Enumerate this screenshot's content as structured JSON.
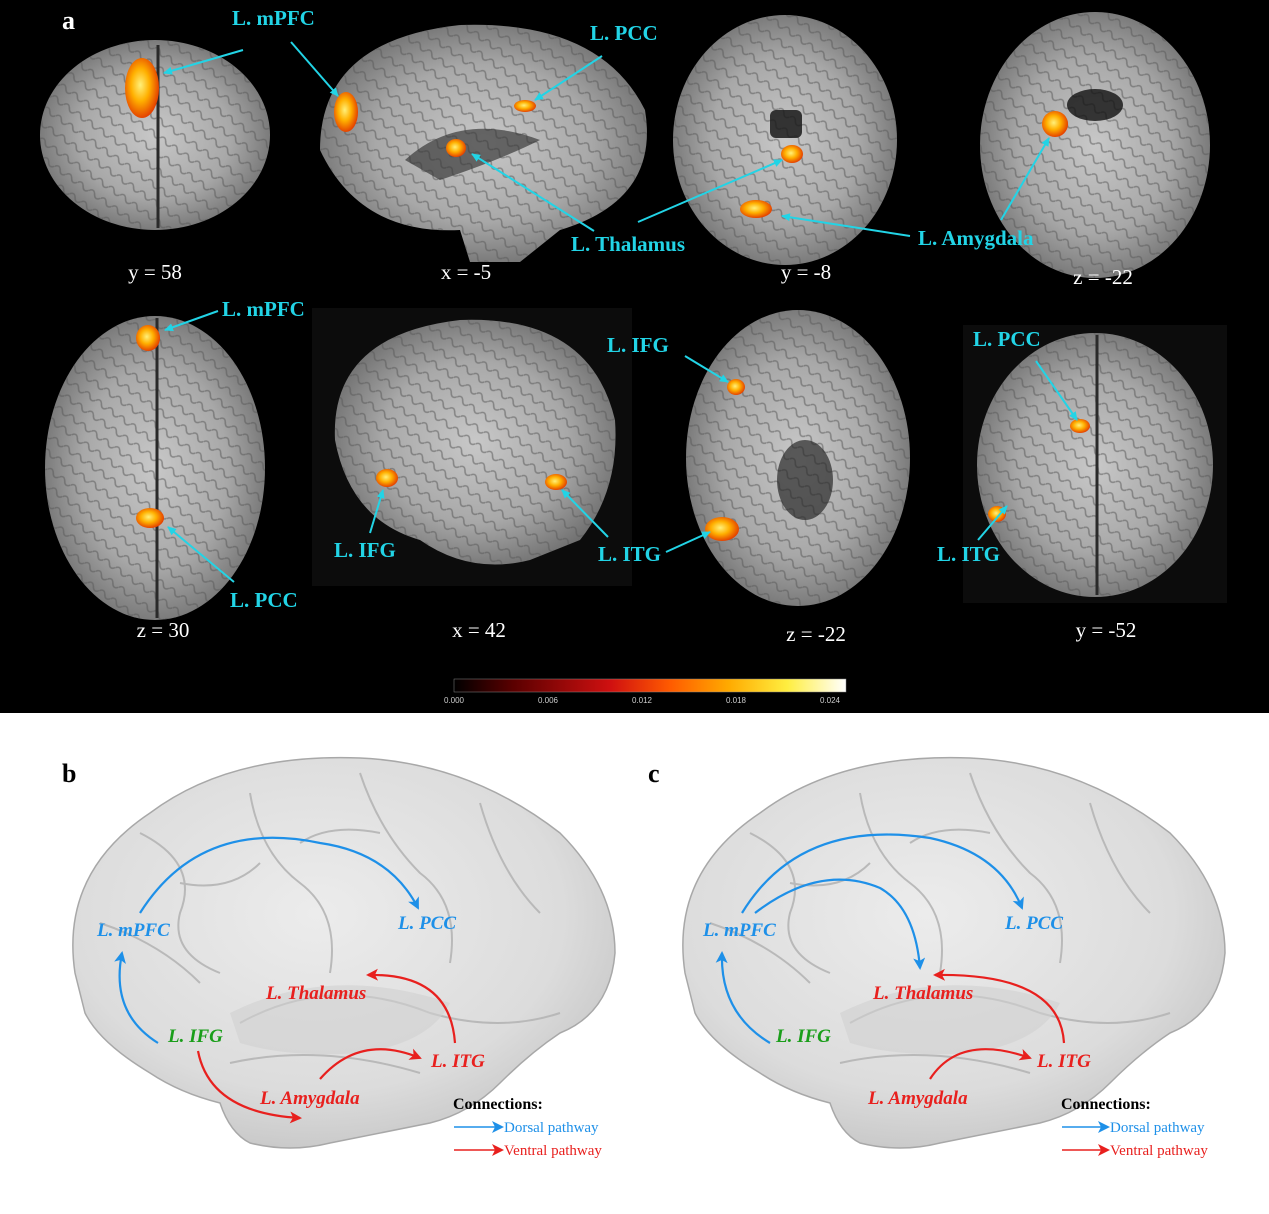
{
  "panel_a": {
    "letter": "a",
    "slices": [
      {
        "label": "y = 58",
        "view": "coronal-frontal"
      },
      {
        "label": "x = -5",
        "view": "sagittal"
      },
      {
        "label": "y = -8",
        "view": "coronal"
      },
      {
        "label": "z = -22",
        "view": "axial"
      },
      {
        "label": "z = 30",
        "view": "axial"
      },
      {
        "label": "x = 42",
        "view": "sagittal"
      },
      {
        "label": "z = -22",
        "view": "axial"
      },
      {
        "label": "y = -52",
        "view": "coronal"
      }
    ],
    "roi_labels": {
      "mpfc": "L. mPFC",
      "pcc": "L. PCC",
      "thalamus": "L. Thalamus",
      "amygdala": "L. Amygdala",
      "ifg": "L. IFG",
      "itg": "L. ITG"
    },
    "colorbar": {
      "ticks": [
        "0.000",
        "0.006",
        "0.012",
        "0.018",
        "0.024"
      ],
      "colors": [
        "#000000",
        "#5a0000",
        "#d01010",
        "#ff5a00",
        "#ffaa00",
        "#ffee40",
        "#ffffff"
      ]
    }
  },
  "panel_b": {
    "letter": "b",
    "nodes": {
      "mpfc": "L. mPFC",
      "pcc": "L. PCC",
      "thalamus": "L. Thalamus",
      "ifg": "L. IFG",
      "itg": "L. ITG",
      "amygdala": "L. Amygdala"
    }
  },
  "panel_c": {
    "letter": "c",
    "nodes": {
      "mpfc": "L. mPFC",
      "pcc": "L. PCC",
      "thalamus": "L. Thalamus",
      "ifg": "L. IFG",
      "itg": "L. ITG",
      "amygdala": "L. Amygdala"
    }
  },
  "legend": {
    "title": "Connections:",
    "dorsal": "Dorsal pathway",
    "ventral": "Ventral pathway"
  },
  "colors": {
    "roi_label": "#22d4e6",
    "dorsal": "#1e90e8",
    "ventral": "#e8201e",
    "ifg_node": "#1a9e1a"
  }
}
